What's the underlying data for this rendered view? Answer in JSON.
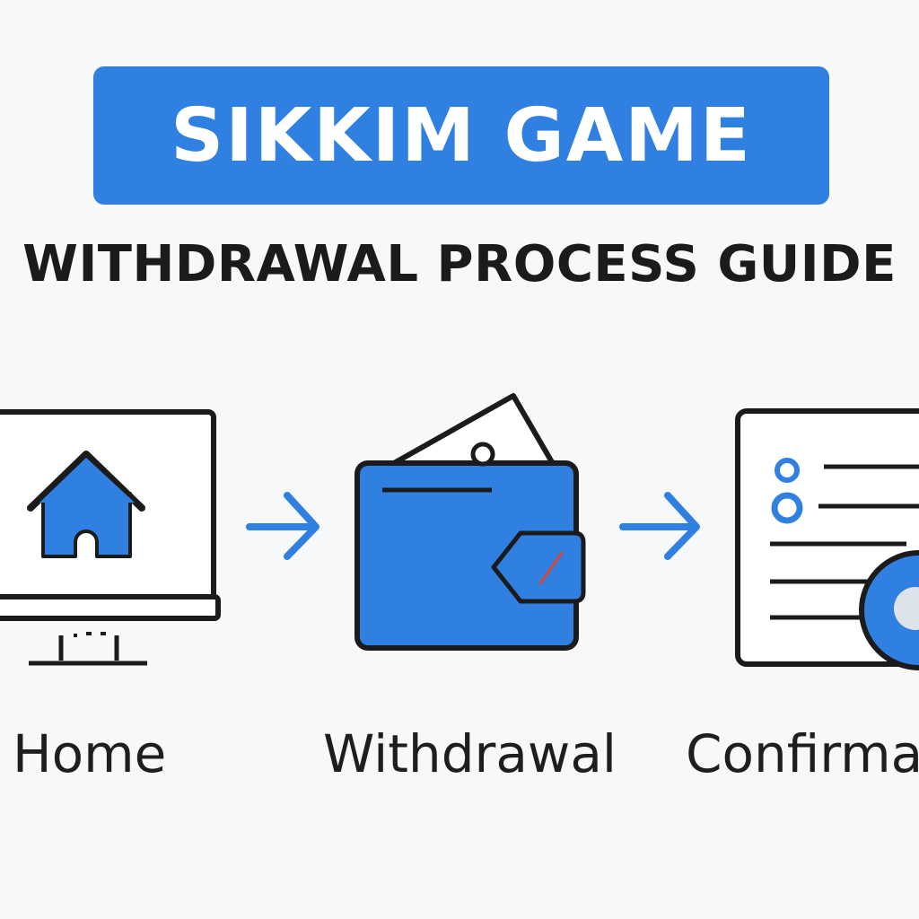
{
  "header": {
    "title": "SIKKIM GAME",
    "subtitle": "WITHDRAWAL PROCESS GUIDE"
  },
  "steps": [
    {
      "label": "Home",
      "icon": "home-computer-icon"
    },
    {
      "label": "Withdrawal",
      "icon": "wallet-icon"
    },
    {
      "label": "Confirmat",
      "icon": "document-check-icon"
    }
  ],
  "colors": {
    "accent": "#2f80e0",
    "background": "#f7f8fa",
    "outline": "#1b1b1b",
    "text": "#1e1e1e"
  }
}
